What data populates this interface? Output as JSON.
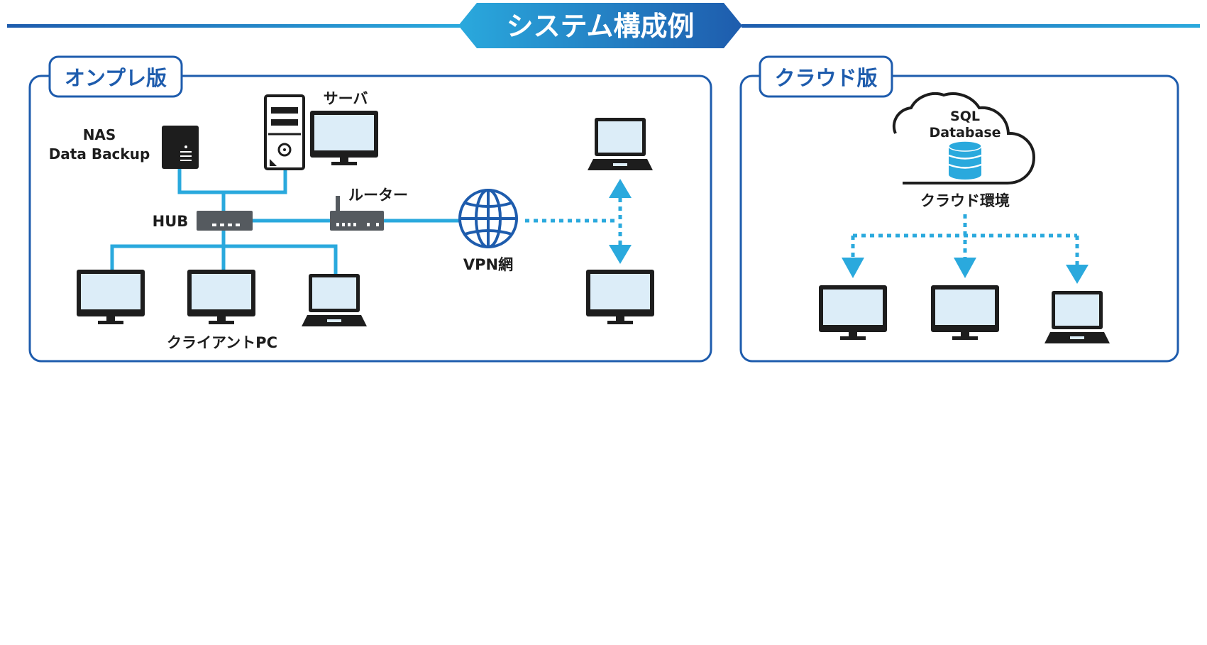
{
  "title": "システム構成例",
  "onprem": {
    "label": "オンプレ版",
    "nas_line1": "NAS",
    "nas_line2": "Data Backup",
    "server": "サーバ",
    "hub": "HUB",
    "router": "ルーター",
    "vpn": "VPN網",
    "client": "クライアントPC"
  },
  "cloud": {
    "label": "クラウド版",
    "db_line1": "SQL",
    "db_line2": "Database",
    "env": "クラウド環境"
  },
  "colors": {
    "accent_blue": "#1e5cad",
    "line_cyan": "#2aa9dd",
    "screen_fill": "#dcedf8",
    "device_dark": "#1d1d1d"
  }
}
